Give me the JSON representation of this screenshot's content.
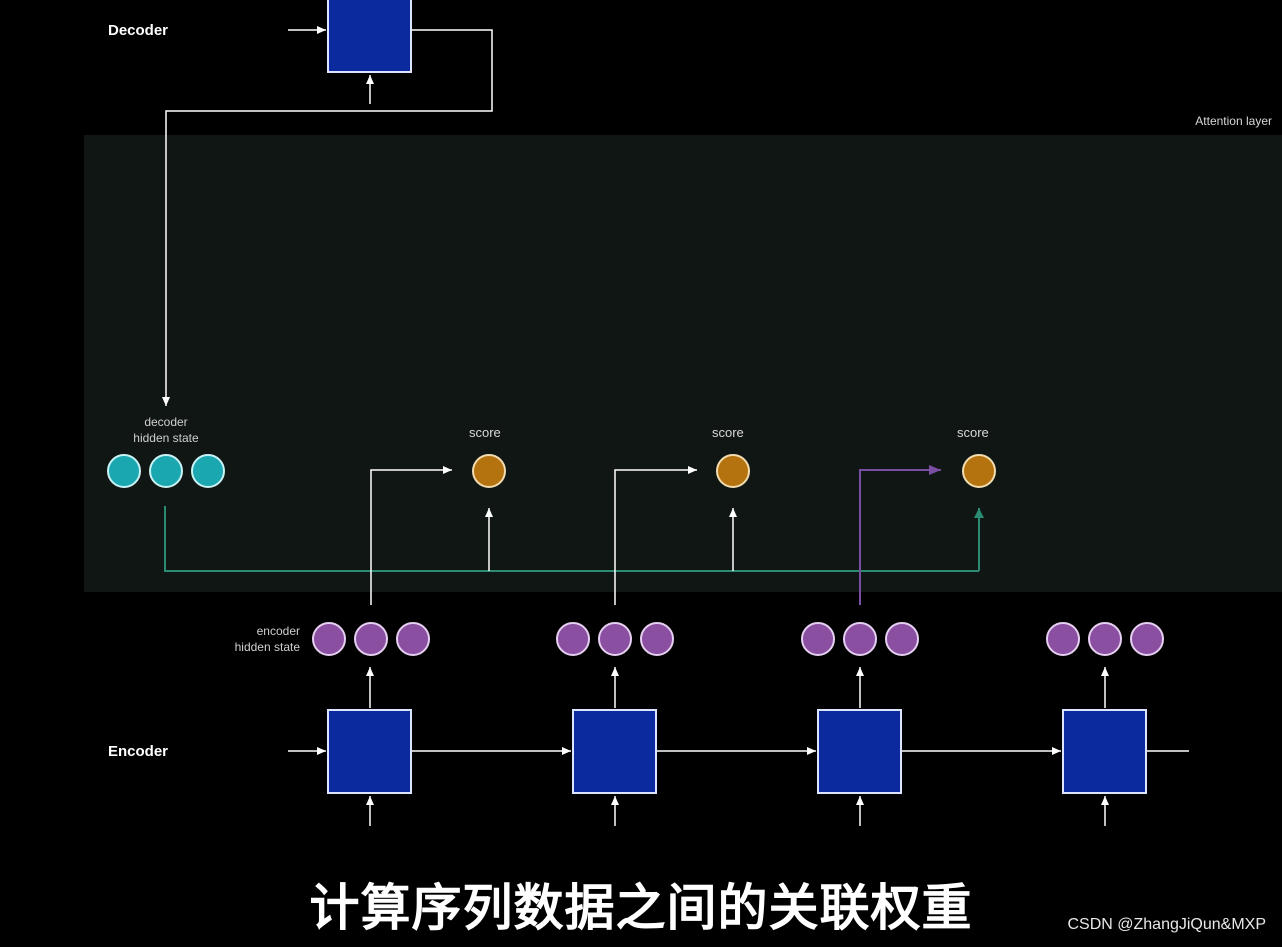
{
  "labels": {
    "decoder": "Decoder",
    "encoder": "Encoder",
    "attention_layer": "Attention layer",
    "decoder_hidden_state": "decoder\nhidden state",
    "encoder_hidden_state": "encoder\nhidden state",
    "score": "score"
  },
  "subtitle": "计算序列数据之间的关联权重",
  "watermark": "CSDN @ZhangJiQun&MXP",
  "colors": {
    "background": "#000000",
    "attention_band": "#101613",
    "rnn_cell": "#0a2a9e",
    "decoder_state": "#1aa7b0",
    "encoder_state": "#8a4fa0",
    "score_node": "#b5730f",
    "teal_line": "#2a8a72",
    "purple_arrow": "#7a4fa3"
  },
  "icons": {
    "decoder_cell": "rnn-cell-square",
    "encoder_cell": "rnn-cell-square",
    "hidden_state": "circle-node",
    "score": "circle-node"
  }
}
